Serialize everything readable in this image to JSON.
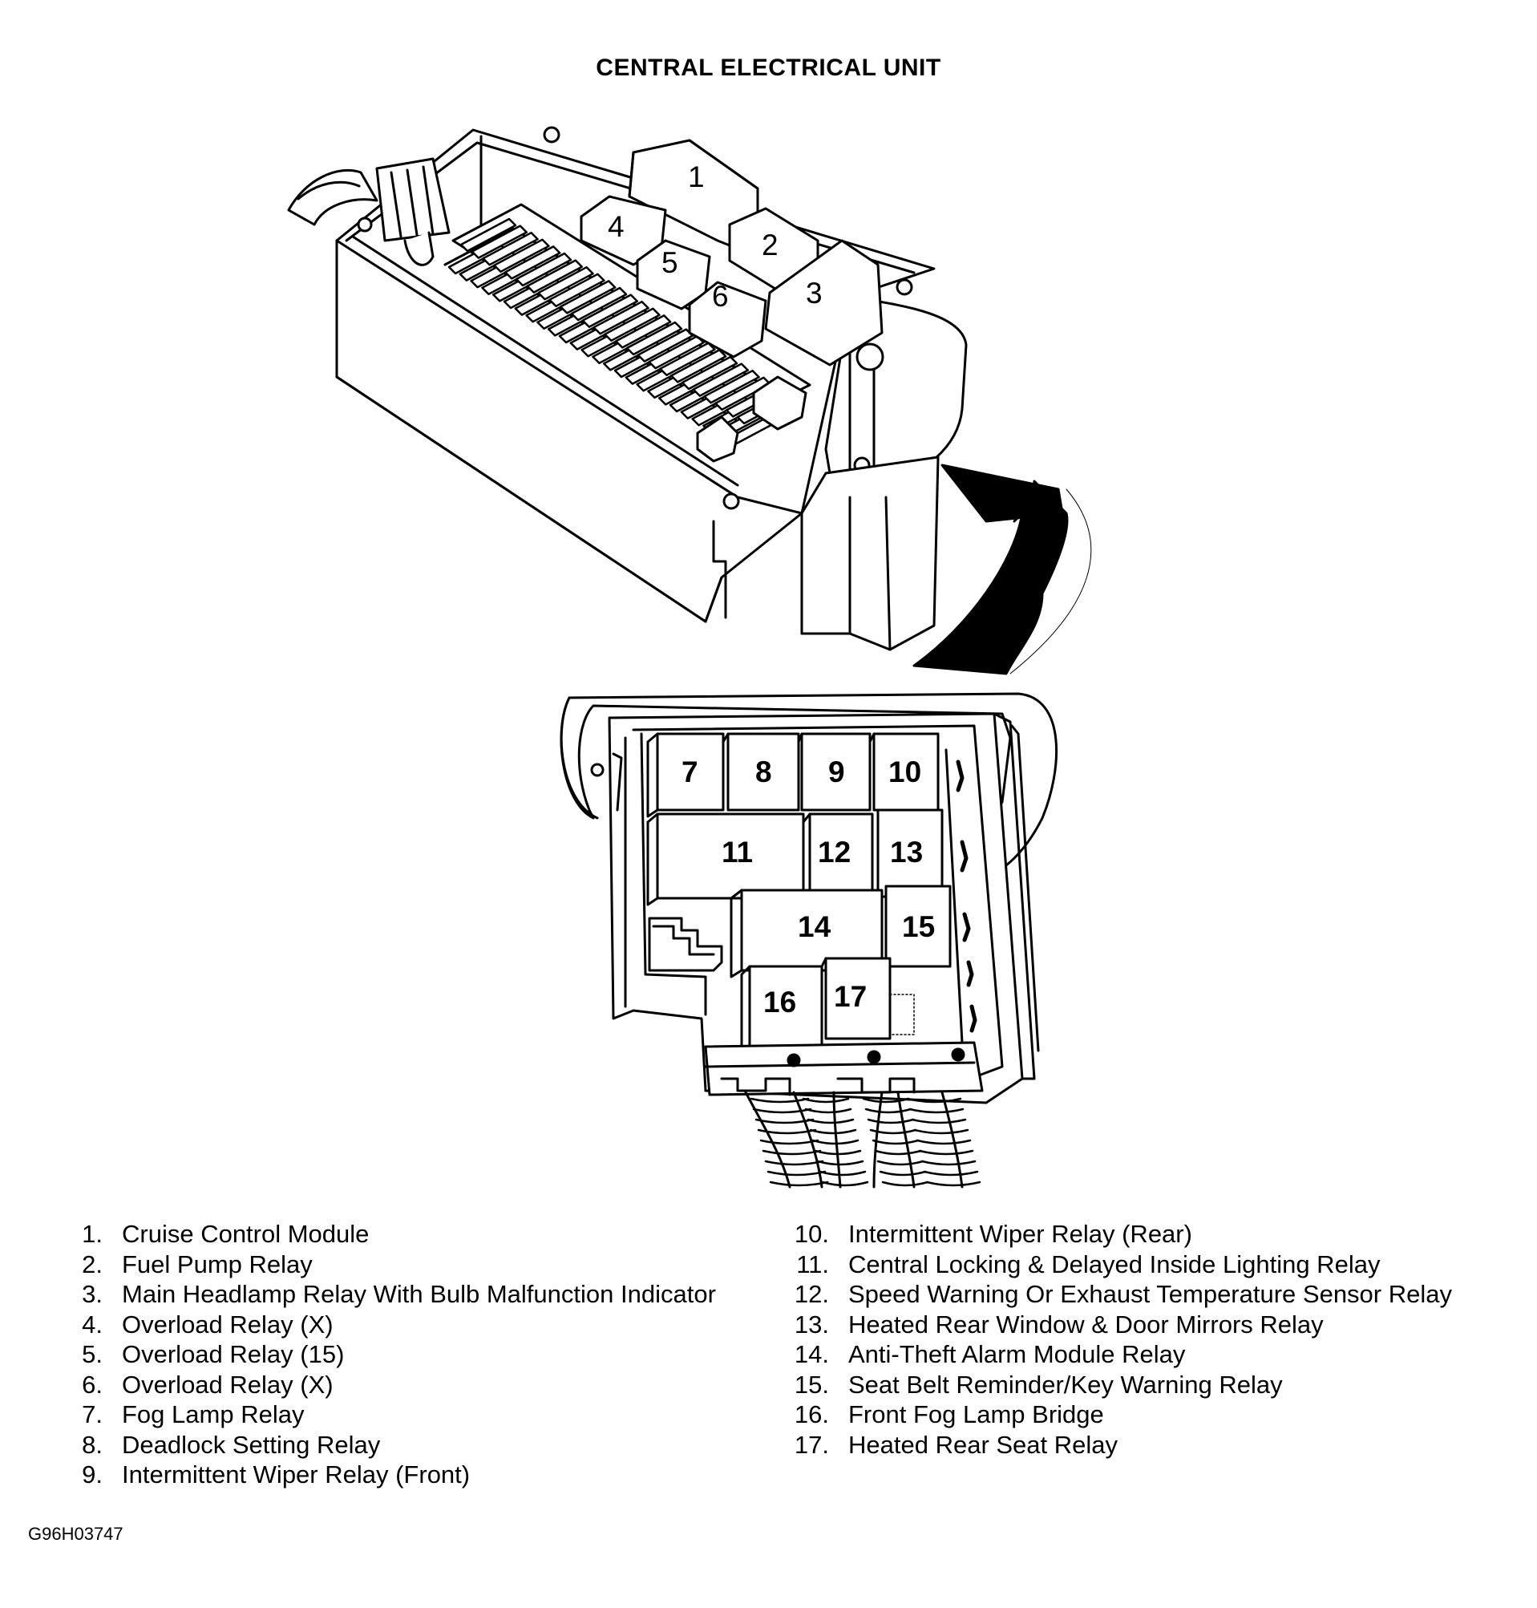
{
  "title": "CENTRAL ELECTRICAL UNIT",
  "callouts_top": [
    "1",
    "2",
    "3",
    "4",
    "5",
    "6"
  ],
  "callouts_bottom": [
    "7",
    "8",
    "9",
    "10",
    "11",
    "12",
    "13",
    "14",
    "15",
    "16",
    "17"
  ],
  "legend_left": [
    {
      "num": "1.",
      "text": "Cruise Control Module"
    },
    {
      "num": "2.",
      "text": "Fuel Pump Relay"
    },
    {
      "num": "3.",
      "text": "Main Headlamp Relay With Bulb Malfunction Indicator"
    },
    {
      "num": "4.",
      "text": "Overload Relay (X)"
    },
    {
      "num": "5.",
      "text": "Overload Relay (15)"
    },
    {
      "num": "6.",
      "text": "Overload Relay (X)"
    },
    {
      "num": "7.",
      "text": "Fog Lamp Relay"
    },
    {
      "num": "8.",
      "text": "Deadlock Setting Relay"
    },
    {
      "num": "9.",
      "text": "Intermittent Wiper Relay (Front)"
    }
  ],
  "legend_right": [
    {
      "num": "10.",
      "text": "Intermittent Wiper Relay (Rear)"
    },
    {
      "num": "11.",
      "text": "Central Locking & Delayed Inside Lighting Relay"
    },
    {
      "num": "12.",
      "text": "Speed Warning Or Exhaust Temperature Sensor Relay"
    },
    {
      "num": "13.",
      "text": "Heated Rear Window & Door Mirrors Relay"
    },
    {
      "num": "14.",
      "text": "Anti-Theft Alarm Module Relay"
    },
    {
      "num": "15.",
      "text": "Seat Belt Reminder/Key Warning Relay"
    },
    {
      "num": "16.",
      "text": "Front Fog Lamp Bridge"
    },
    {
      "num": "17.",
      "text": "Heated Rear Seat Relay"
    }
  ],
  "figure_code": "G96H03747"
}
